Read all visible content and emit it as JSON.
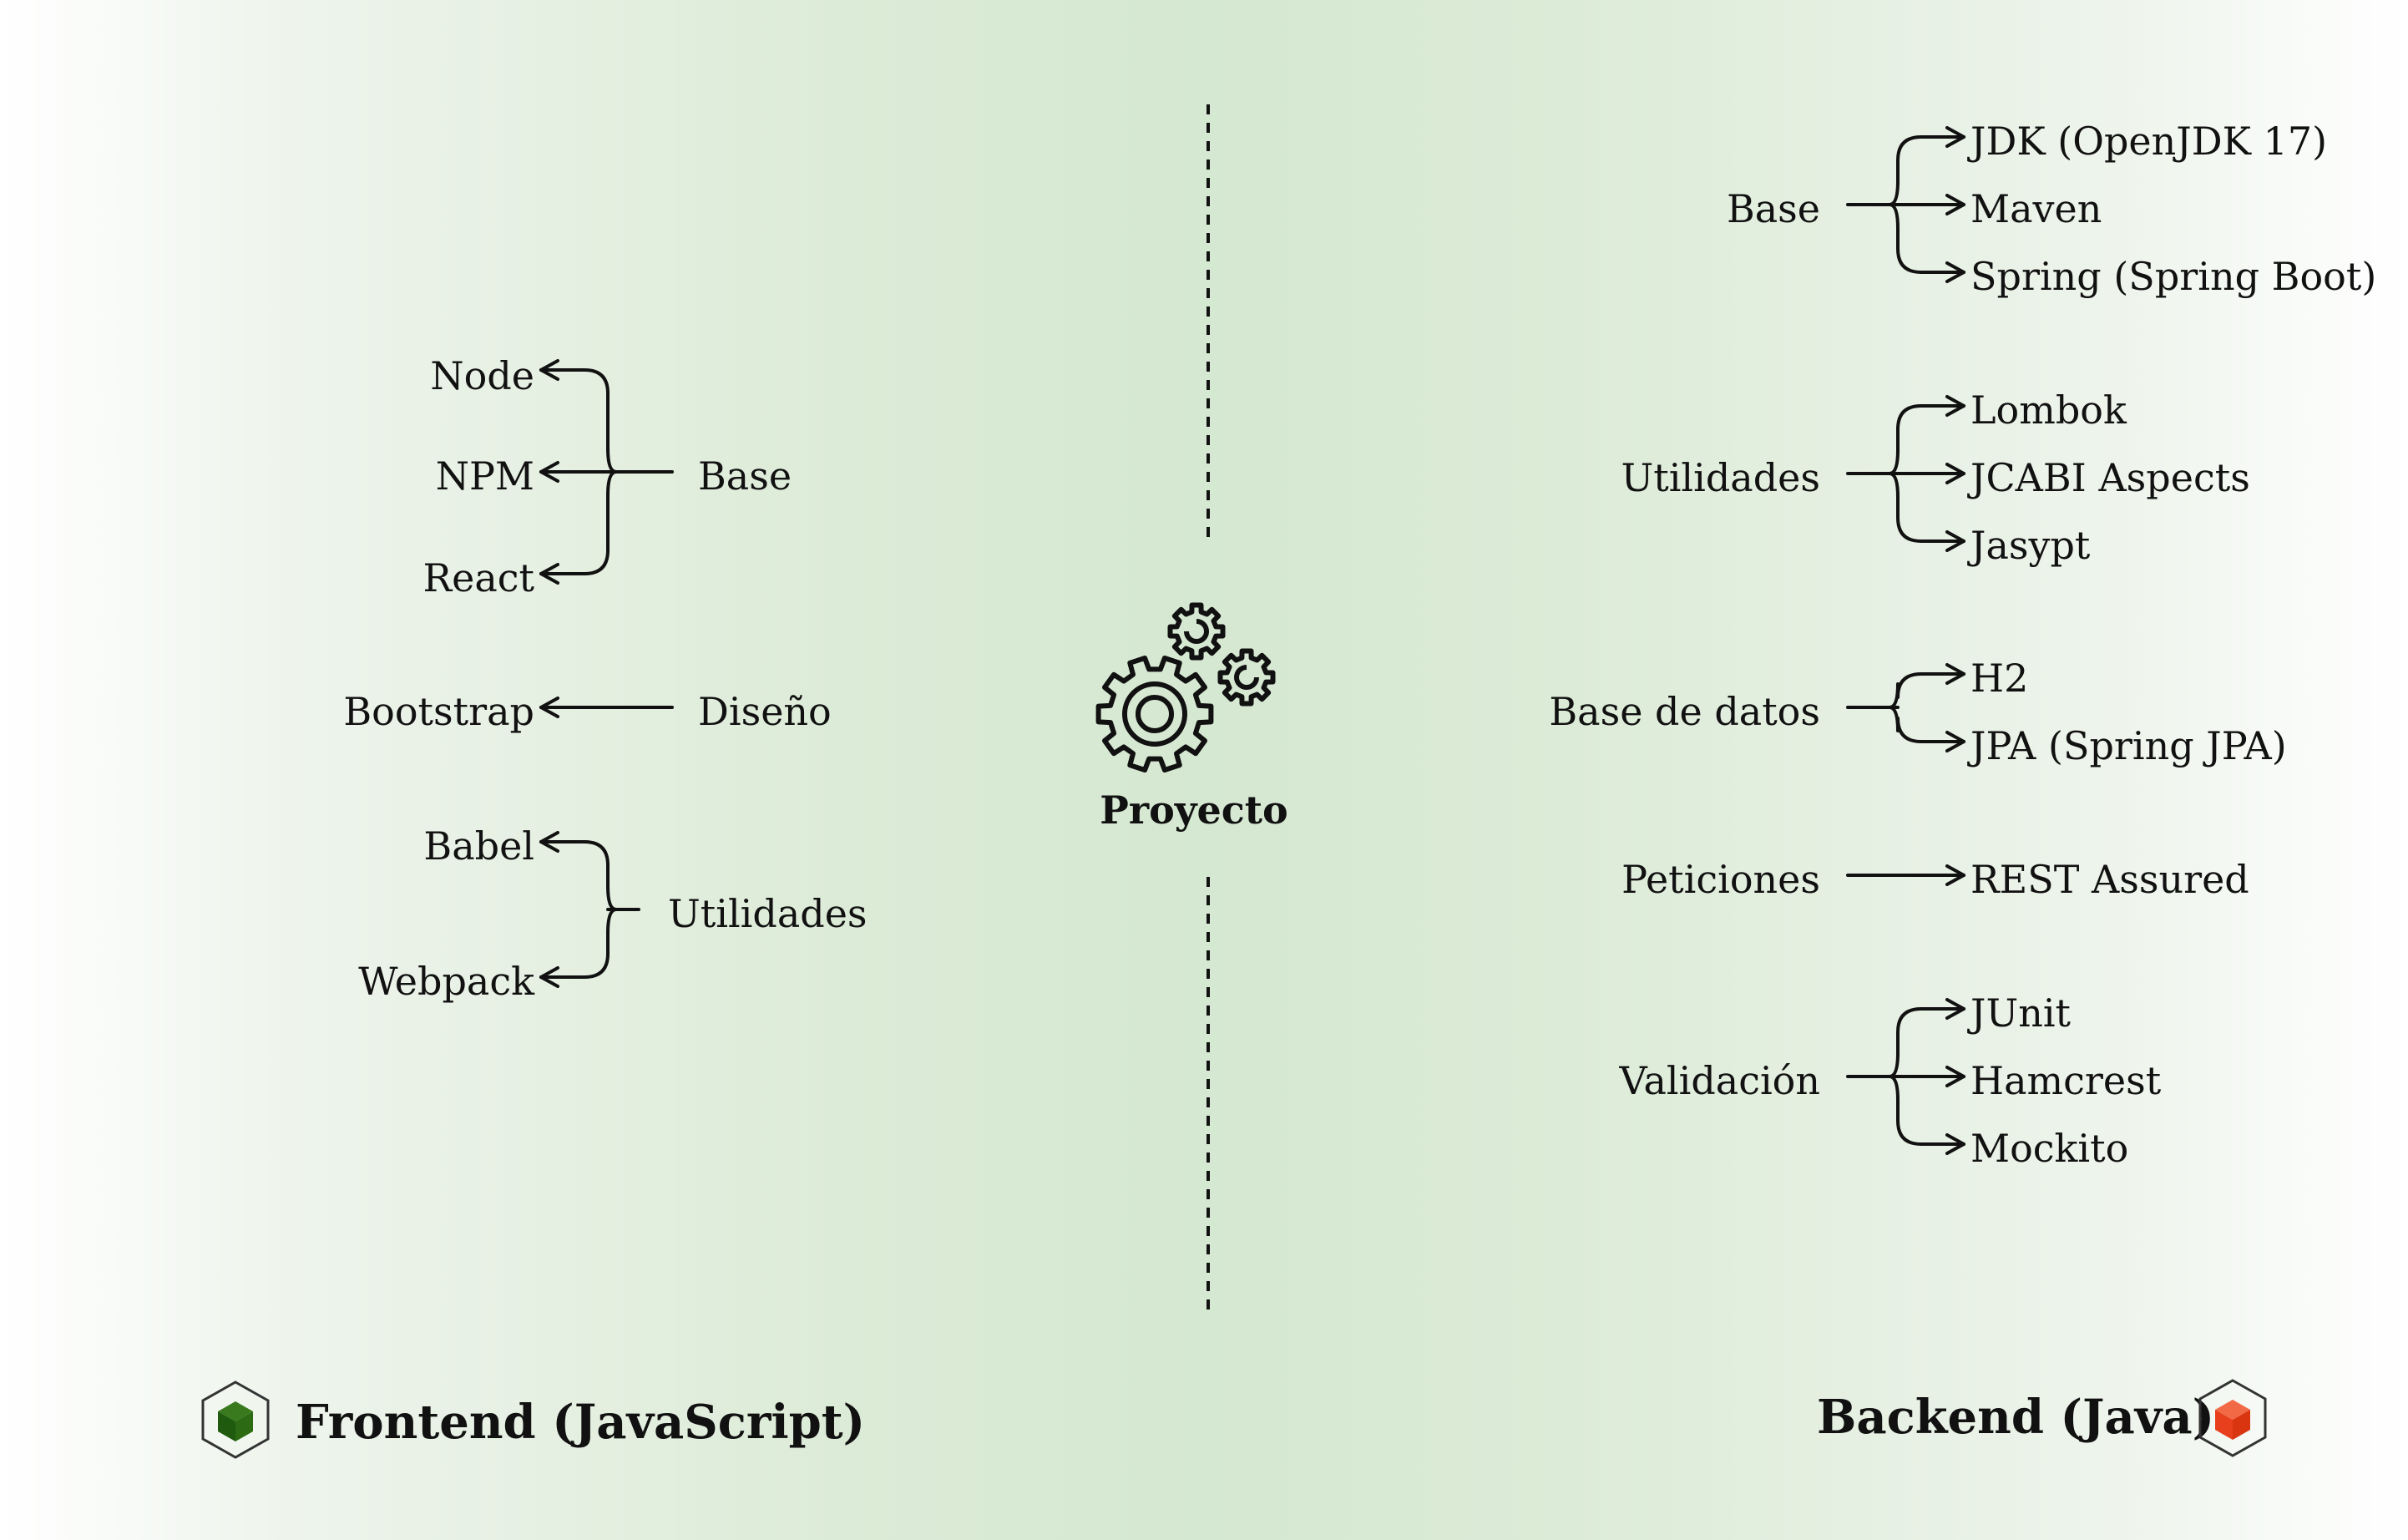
{
  "center": {
    "label": "Proyecto",
    "icon": "gears-icon"
  },
  "frontend": {
    "title": "Frontend (JavaScript)",
    "icon": "cube-icon",
    "accent": "#1f5a0e",
    "groups": [
      {
        "label": "Base",
        "items": [
          "Node",
          "NPM",
          "React"
        ]
      },
      {
        "label": "Diseño",
        "items": [
          "Bootstrap"
        ]
      },
      {
        "label": "Utilidades",
        "items": [
          "Babel",
          "Webpack"
        ]
      }
    ]
  },
  "backend": {
    "title": "Backend (Java)",
    "icon": "cube-icon",
    "accent": "#e8401c",
    "groups": [
      {
        "label": "Base",
        "items": [
          "JDK (OpenJDK 17)",
          "Maven",
          "Spring (Spring Boot)"
        ]
      },
      {
        "label": "Utilidades",
        "items": [
          "Lombok",
          "JCABI Aspects",
          "Jasypt"
        ]
      },
      {
        "label": "Base de datos",
        "items": [
          "H2",
          "JPA (Spring JPA)"
        ]
      },
      {
        "label": "Peticiones",
        "items": [
          "REST Assured"
        ]
      },
      {
        "label": "Validación",
        "items": [
          "JUnit",
          "Hamcrest",
          "Mockito"
        ]
      }
    ]
  }
}
